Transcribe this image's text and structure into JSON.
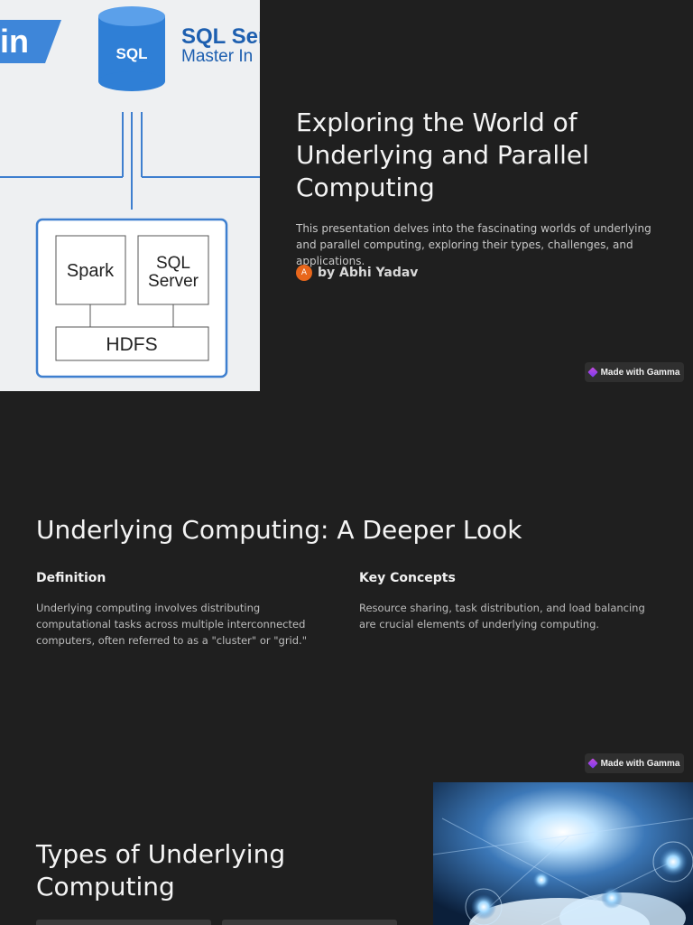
{
  "slide1": {
    "diagram": {
      "logo_text": "in",
      "db_label": "SQL",
      "server_title": "SQL Ser",
      "server_subtitle": "Master In",
      "box_spark": "Spark",
      "box_sql_line1": "SQL",
      "box_sql_line2": "Server",
      "box_hdfs": "HDFS"
    },
    "title": "Exploring the World of Underlying and Parallel Computing",
    "description": "This presentation delves into the fascinating worlds of underlying and parallel computing, exploring their types, challenges, and applications.",
    "author_initial": "A",
    "author": "by Abhi Yadav"
  },
  "badge_label": "Made with Gamma",
  "slide2": {
    "title": "Underlying Computing: A Deeper Look",
    "columns": [
      {
        "heading": "Definition",
        "text": "Underlying computing involves distributing computational tasks across multiple interconnected computers, often referred to as a \"cluster\" or \"grid.\""
      },
      {
        "heading": "Key Concepts",
        "text": "Resource sharing, task distribution, and load balancing are crucial elements of underlying computing."
      }
    ]
  },
  "slide3": {
    "title": "Types of Underlying Computing"
  },
  "colors": {
    "background": "#1f1f1f",
    "accent_blue": "#4a86d6",
    "author_avatar": "#e8661b"
  }
}
